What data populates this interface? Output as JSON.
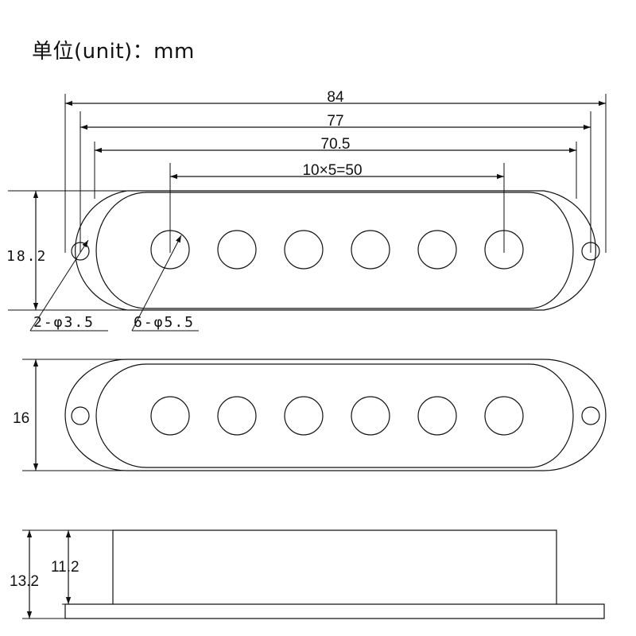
{
  "title": "单位(unit)：mm",
  "top_view": {
    "dim_overall": "84",
    "dim_mount_holes": "77",
    "dim_cover": "70.5",
    "dim_pole_spacing": "10×5=50",
    "dim_height": "18.2",
    "callout_mount_holes": "2-φ3.5",
    "callout_pole_holes": "6-φ5.5"
  },
  "middle_view": {
    "dim_height": "16"
  },
  "side_view": {
    "dim_total": "13.2",
    "dim_cover": "11.2"
  },
  "colors": {
    "ink": "#111111",
    "background": "#ffffff"
  }
}
